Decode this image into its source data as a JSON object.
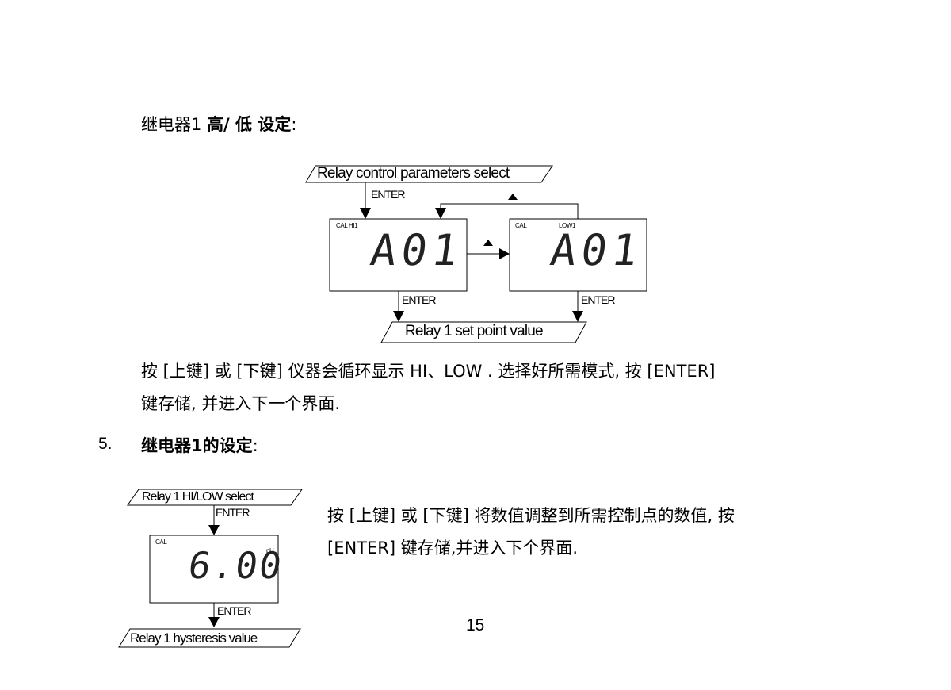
{
  "section1": {
    "title_prefix": "继电器1",
    "title_bold": "高/ 低 设定",
    "title_suffix": ":"
  },
  "diagram1": {
    "top_label": "Relay  control parameters select",
    "enter_label": "ENTER",
    "left_box": {
      "indicator": "CAL HI1",
      "display": "A01"
    },
    "right_box": {
      "indicator_cal": "CAL",
      "indicator_mode": "LOW1",
      "display": "A01"
    },
    "bottom_label": "Relay 1 set point value"
  },
  "paragraph1": {
    "line1": "按 [上键] 或 [下键] 仪器会循环显示 HI、LOW . 选择好所需模式, 按 [ENTER]",
    "line2": "键存储, 并进入下一个界面."
  },
  "section5": {
    "number": "5.",
    "title": "继电器1的设定",
    "suffix": ":"
  },
  "diagram2": {
    "top_label": "Relay 1 HI/LOW select",
    "enter_label": "ENTER",
    "box": {
      "indicator": "CAL",
      "display": "6.00",
      "unit": "pH"
    },
    "bottom_label": "Relay 1 hysteresis value"
  },
  "paragraph2": {
    "line1": "按 [上键] 或 [下键] 将数值调整到所需控制点的数值, 按",
    "line2": "[ENTER] 键存储,并进入下个界面."
  },
  "page_number": "15"
}
